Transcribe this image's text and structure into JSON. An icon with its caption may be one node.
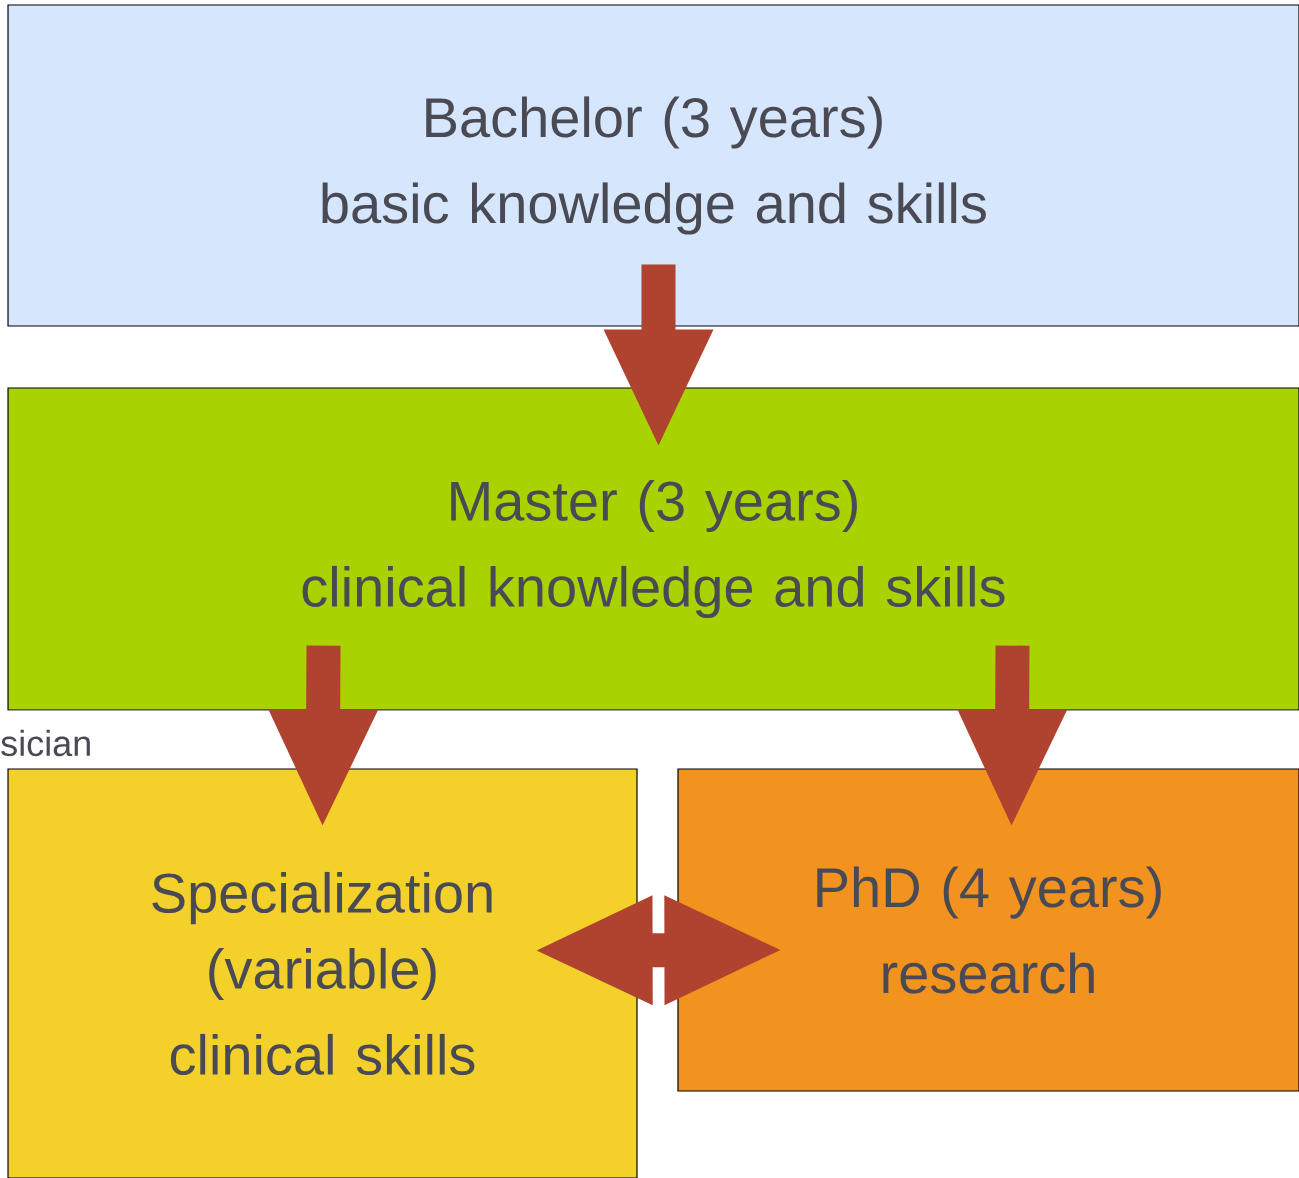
{
  "diagram": {
    "nodes": [
      {
        "text": [
          "Bachelor (3 years)",
          "basic knowledge and skills"
        ]
      },
      {
        "text": [
          "Master (3 years)",
          "clinical knowledge and skills"
        ]
      },
      {
        "text": [
          "Specialization (variable)",
          "clinical skills"
        ]
      },
      {
        "text": [
          "PhD (4 years)",
          "research"
        ]
      }
    ],
    "edges": [
      {
        "from": 0,
        "to": 1,
        "arrow": "to"
      },
      {
        "from": 1,
        "to": 2,
        "arrow": "to"
      },
      {
        "from": 1,
        "to": 3,
        "arrow": "to"
      },
      {
        "from": 2,
        "to": 3,
        "arrow": "both"
      }
    ],
    "labels": [
      "sician"
    ]
  }
}
